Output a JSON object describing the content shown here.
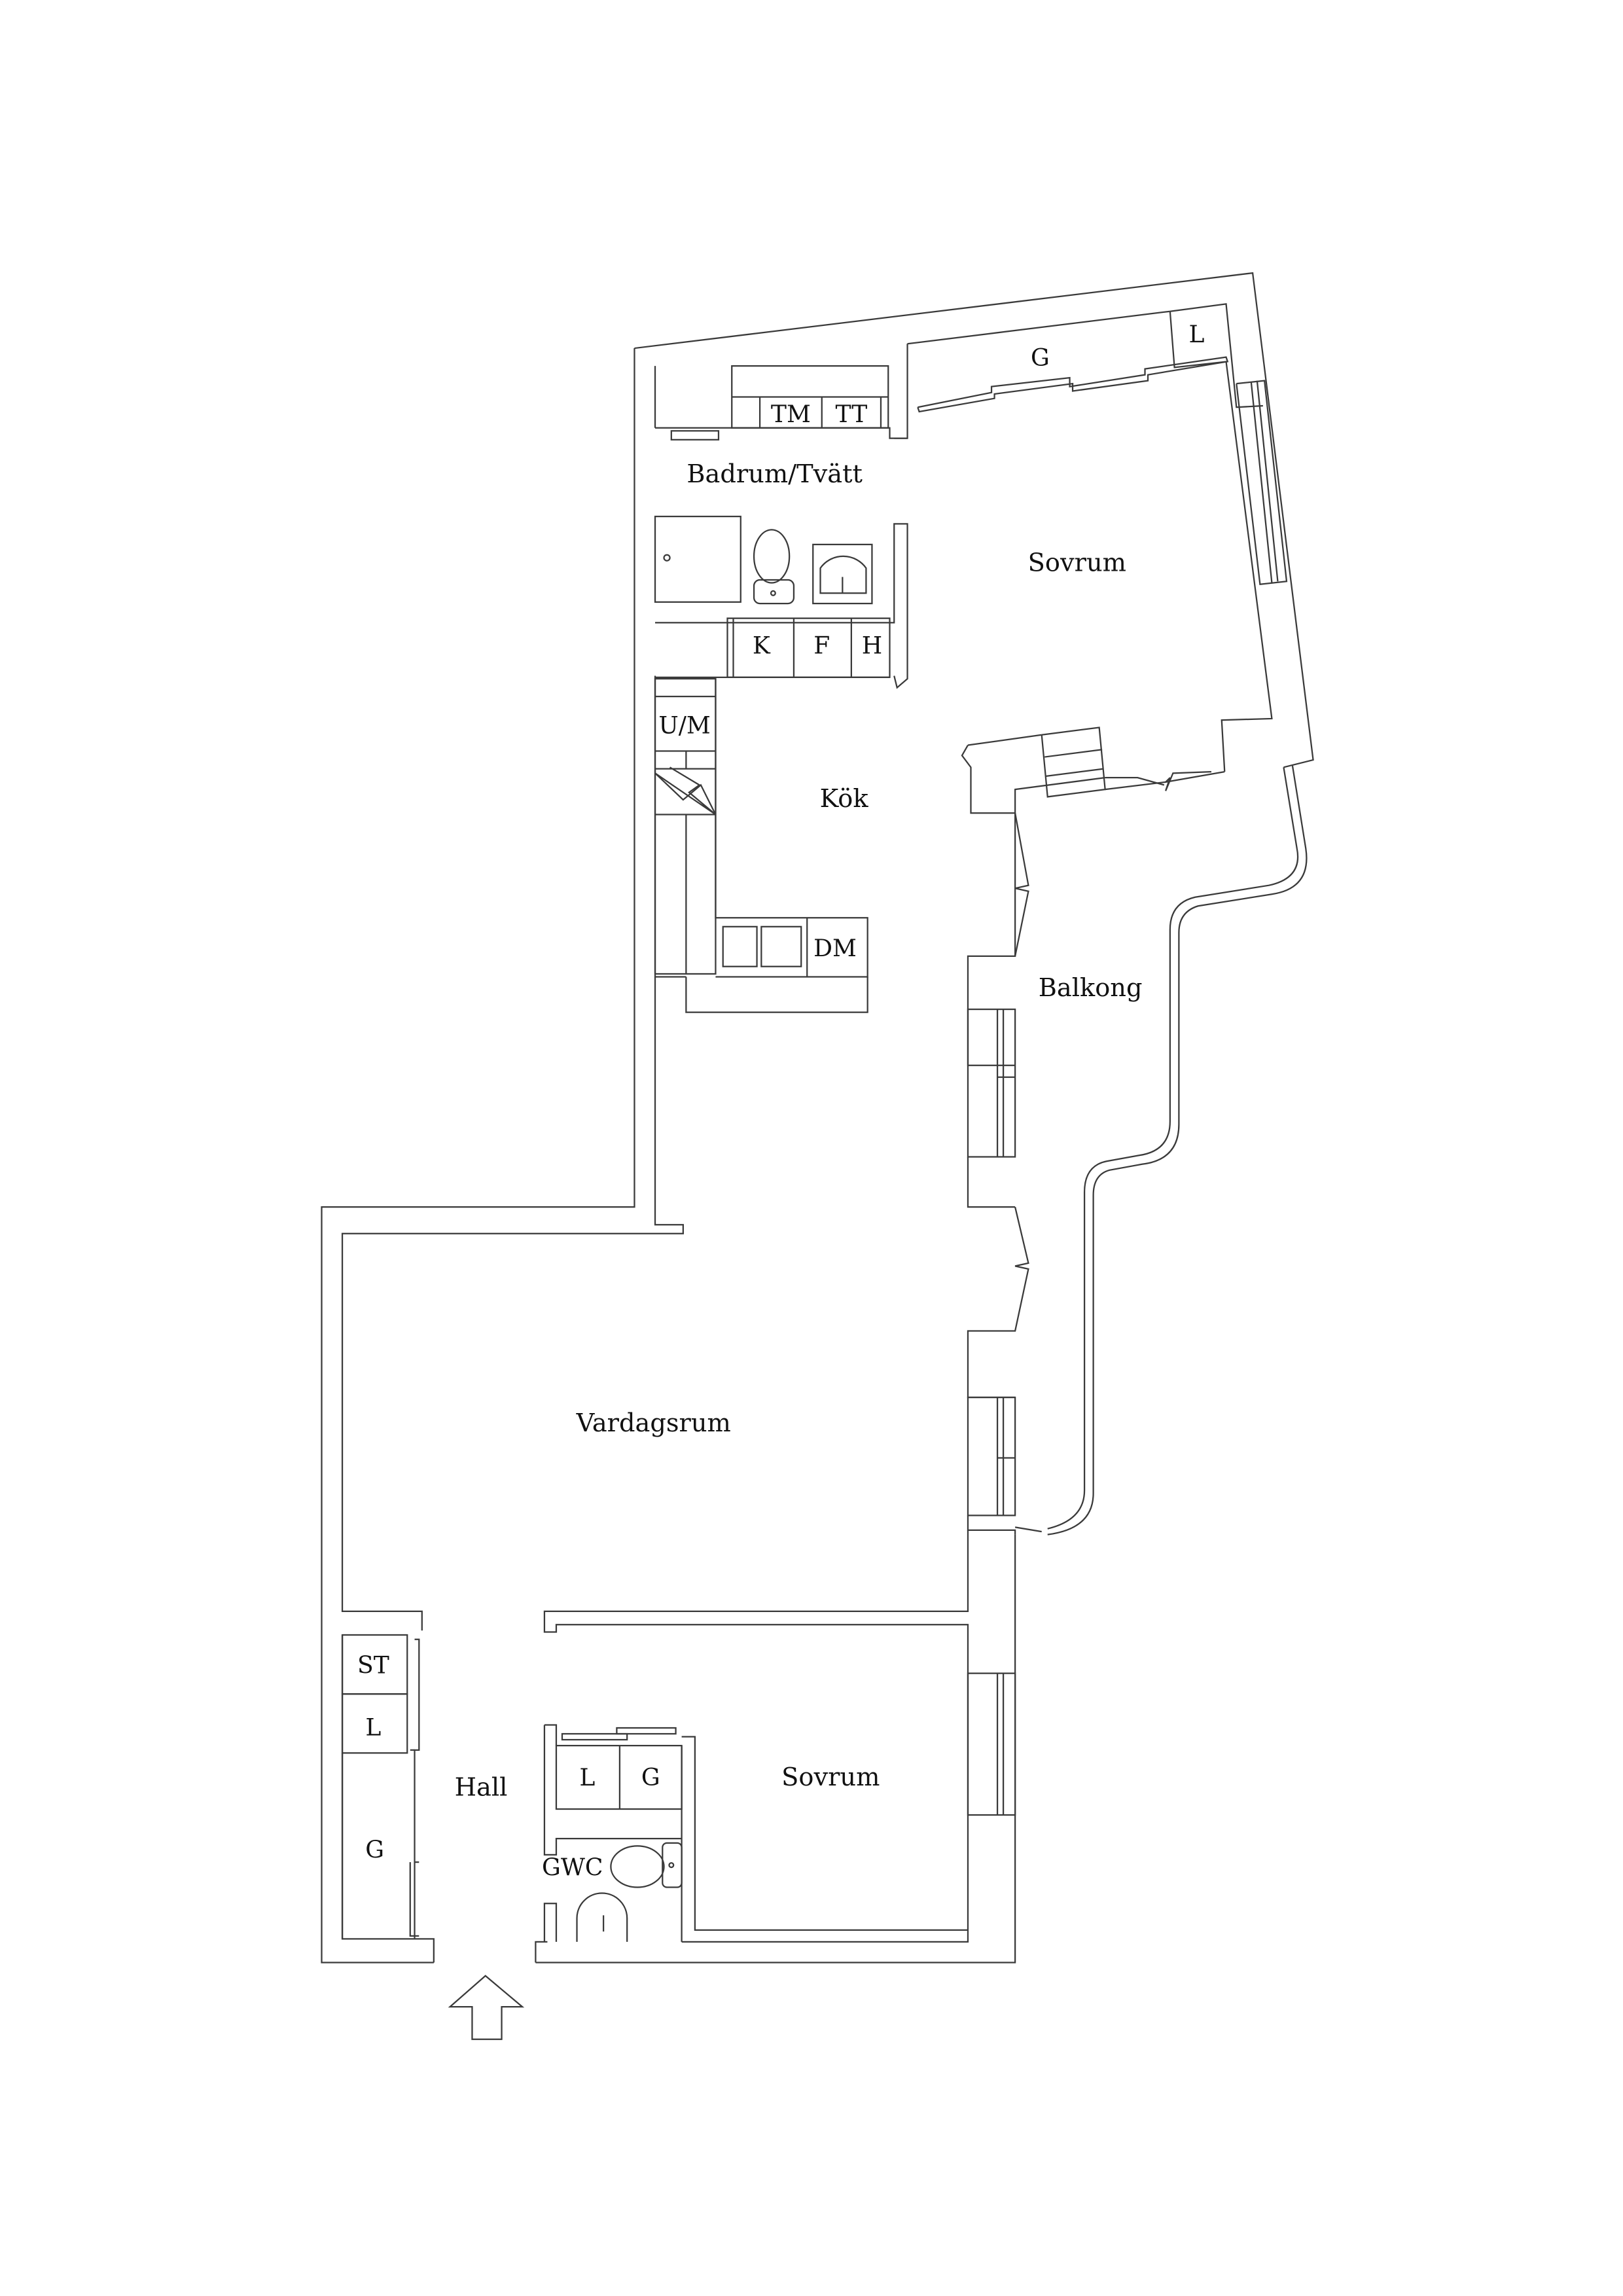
{
  "plan": {
    "rooms": [
      {
        "id": "badrum",
        "label": "Badrum/Tvätt"
      },
      {
        "id": "sovrum-1",
        "label": "Sovrum"
      },
      {
        "id": "kok",
        "label": "Kök"
      },
      {
        "id": "balkong",
        "label": "Balkong"
      },
      {
        "id": "vardagsrum",
        "label": "Vardagsrum"
      },
      {
        "id": "hall",
        "label": "Hall"
      },
      {
        "id": "sovrum-2",
        "label": "Sovrum"
      },
      {
        "id": "gwc",
        "label": "GWC"
      }
    ],
    "fixtures": {
      "tm": "TM",
      "tt": "TT",
      "k": "K",
      "f": "F",
      "h": "H",
      "um": "U/M",
      "dm": "DM",
      "g_top": "G",
      "l_top": "L",
      "st": "ST",
      "l_hall": "L",
      "g_hall": "G",
      "l_closet": "L",
      "g_closet": "G"
    },
    "colors": {
      "line": "#3a3a3a",
      "background": "#ffffff",
      "text": "#111111"
    }
  }
}
